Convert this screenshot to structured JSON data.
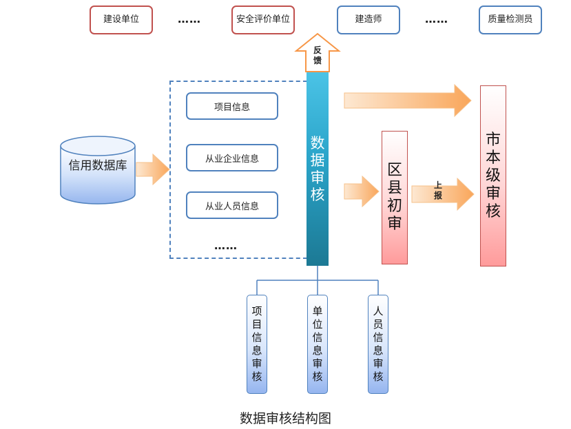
{
  "top_units": [
    {
      "label": "建设单位"
    },
    {
      "label": "安全评价单位"
    },
    {
      "label": "建造师"
    },
    {
      "label": "质量检测员"
    }
  ],
  "ellipsis": "……",
  "info_items": [
    "项目信息",
    "从业企业信息",
    "从业人员信息"
  ],
  "info_more": "……",
  "database": "信用数据库",
  "feedback": "反馈",
  "data_audit": "数据审核",
  "district_audit": "区县初审",
  "report": "上报",
  "city_audit": "市本级审核",
  "sub_audits": [
    "项目信息审核",
    "单位信息审核",
    "人员信息审核"
  ],
  "caption": "数据审核结构图",
  "colors": {
    "red_border": "#c0504d",
    "blue_border": "#4f81bd",
    "orange_arrow": "#f9a65a",
    "audit_bar": "#2aa4c9"
  }
}
